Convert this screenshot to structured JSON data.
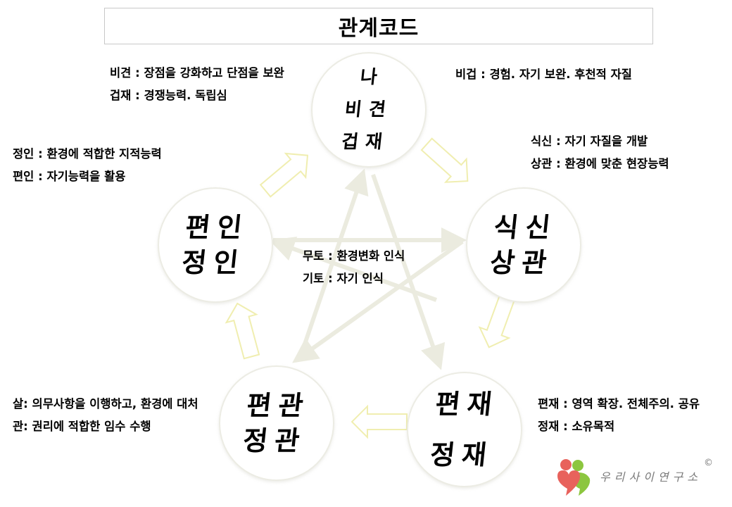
{
  "title": "관계코드",
  "center_notes": {
    "lines": [
      "무토 : 환경변화 인식",
      "기토 : 자기 인식"
    ]
  },
  "nodes": {
    "top": {
      "lines": [
        "나",
        "비견",
        "겁재"
      ]
    },
    "right": {
      "lines": [
        "식신",
        "상관"
      ]
    },
    "bottom_right": {
      "lines": [
        "편재",
        "정재"
      ]
    },
    "bottom_left": {
      "lines": [
        "편관",
        "정관"
      ]
    },
    "left": {
      "lines": [
        "편인",
        "정인"
      ]
    }
  },
  "notes": {
    "top_left": [
      "비견 : 장점을 강화하고 단점을 보완",
      "겁재 : 경쟁능력. 독립심"
    ],
    "top_right": [
      "비겁 : 경험. 자기 보완. 후천적 자질"
    ],
    "right": [
      "식신 : 자기 자질을 개발",
      "상관 : 환경에 맞춘 현장능력"
    ],
    "left": [
      "정인 : 환경에 적합한 지적능력",
      "편인 : 자기능력을 활용"
    ],
    "bottom_left": [
      "살: 의무사항을 이행하고, 환경에 대처",
      "관: 권리에 적합한 임수 수행"
    ],
    "bottom_right": [
      "편재 : 영역 확장. 전체주의. 공유",
      "정재 : 소유목적"
    ]
  },
  "logo": {
    "text": "우리사이연구소",
    "copyright": "©",
    "colors": {
      "heart": "#e8625c",
      "figure": "#8cc63f"
    }
  },
  "colors": {
    "cycle_arrow_stroke": "#f0eeb0",
    "star_arrow": "#ebebdf",
    "circle_border": "#ecece4"
  }
}
